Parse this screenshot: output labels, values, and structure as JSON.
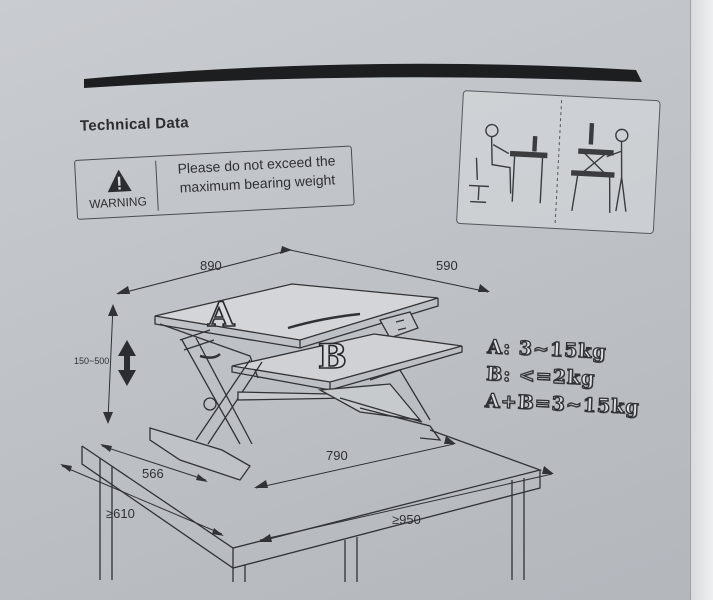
{
  "section": {
    "title": "Technical Data"
  },
  "warning": {
    "label": "WARNING",
    "line1": "Please do not exceed the",
    "line2": "maximum bearing weight",
    "icon": "warning-triangle-icon"
  },
  "illustration": {
    "left_panel": "person-sitting-icon",
    "right_panel": "person-standing-icon"
  },
  "dimensions": {
    "width_top": "890",
    "depth_top": "590",
    "height_range": "150~500",
    "base_width": "790",
    "base_depth": "566",
    "table_depth": "≥610",
    "table_width": "≥950"
  },
  "labels": {
    "a": "A",
    "b": "B"
  },
  "specs": {
    "a": "A: 3~15kg",
    "b": "B: <=2kg",
    "ab": "A+B=3~15kg"
  }
}
